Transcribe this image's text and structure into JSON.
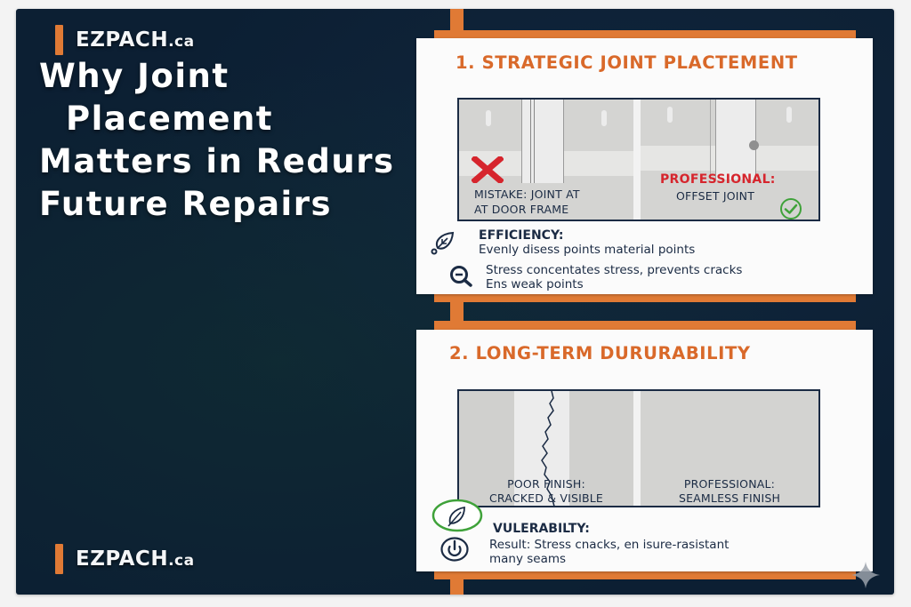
{
  "brand": {
    "name": "EZPACH",
    "tld": ".ca",
    "accent_color": "#e07a35",
    "background_color": "#0c1f33"
  },
  "headline": {
    "lines": [
      "Why Joint",
      "Placement",
      "Matters in Redurs",
      "Future Repairs"
    ]
  },
  "cards": [
    {
      "title": "1. STRATEGIC JOINT PLACTEMENT",
      "illustration": {
        "left": {
          "status_icon": "x-mark-icon",
          "caption_lines": [
            "MISTAKE: JOINT AT",
            "AT DOOR FRAME"
          ]
        },
        "right": {
          "status_icon": "checkmark-icon",
          "heading": "PROFESSIONAL:",
          "caption": "OFFSET JOINT"
        }
      },
      "features": [
        {
          "icon": "leaf-icon",
          "heading": "EFFICIENCY:",
          "text": "Evenly disess points material points"
        },
        {
          "icon": "zoom-out-icon",
          "lines": [
            "Stress concentates stress, prevents cracks",
            "Ens weak points"
          ]
        }
      ]
    },
    {
      "title": "2. LONG-TERM DURURABILITY",
      "illustration": {
        "left": {
          "caption_lines": [
            "POOR FINISH:",
            "CRACKED & VISIBLE"
          ]
        },
        "right": {
          "caption_lines": [
            "PROFESSIONAL:",
            "SEAMLESS FINISH"
          ]
        }
      },
      "features": [
        {
          "icon": "leaf-circle-icon",
          "heading": "VULERABILTY:"
        },
        {
          "icon": "power-icon",
          "lines": [
            "Result: Stress cnacks, en isure-rasistant",
            "many seams"
          ]
        }
      ]
    }
  ],
  "colors": {
    "title_orange": "#d9692a",
    "navy_text": "#1b2b44",
    "error_red": "#d6252d",
    "success_green": "#3fa23a"
  }
}
